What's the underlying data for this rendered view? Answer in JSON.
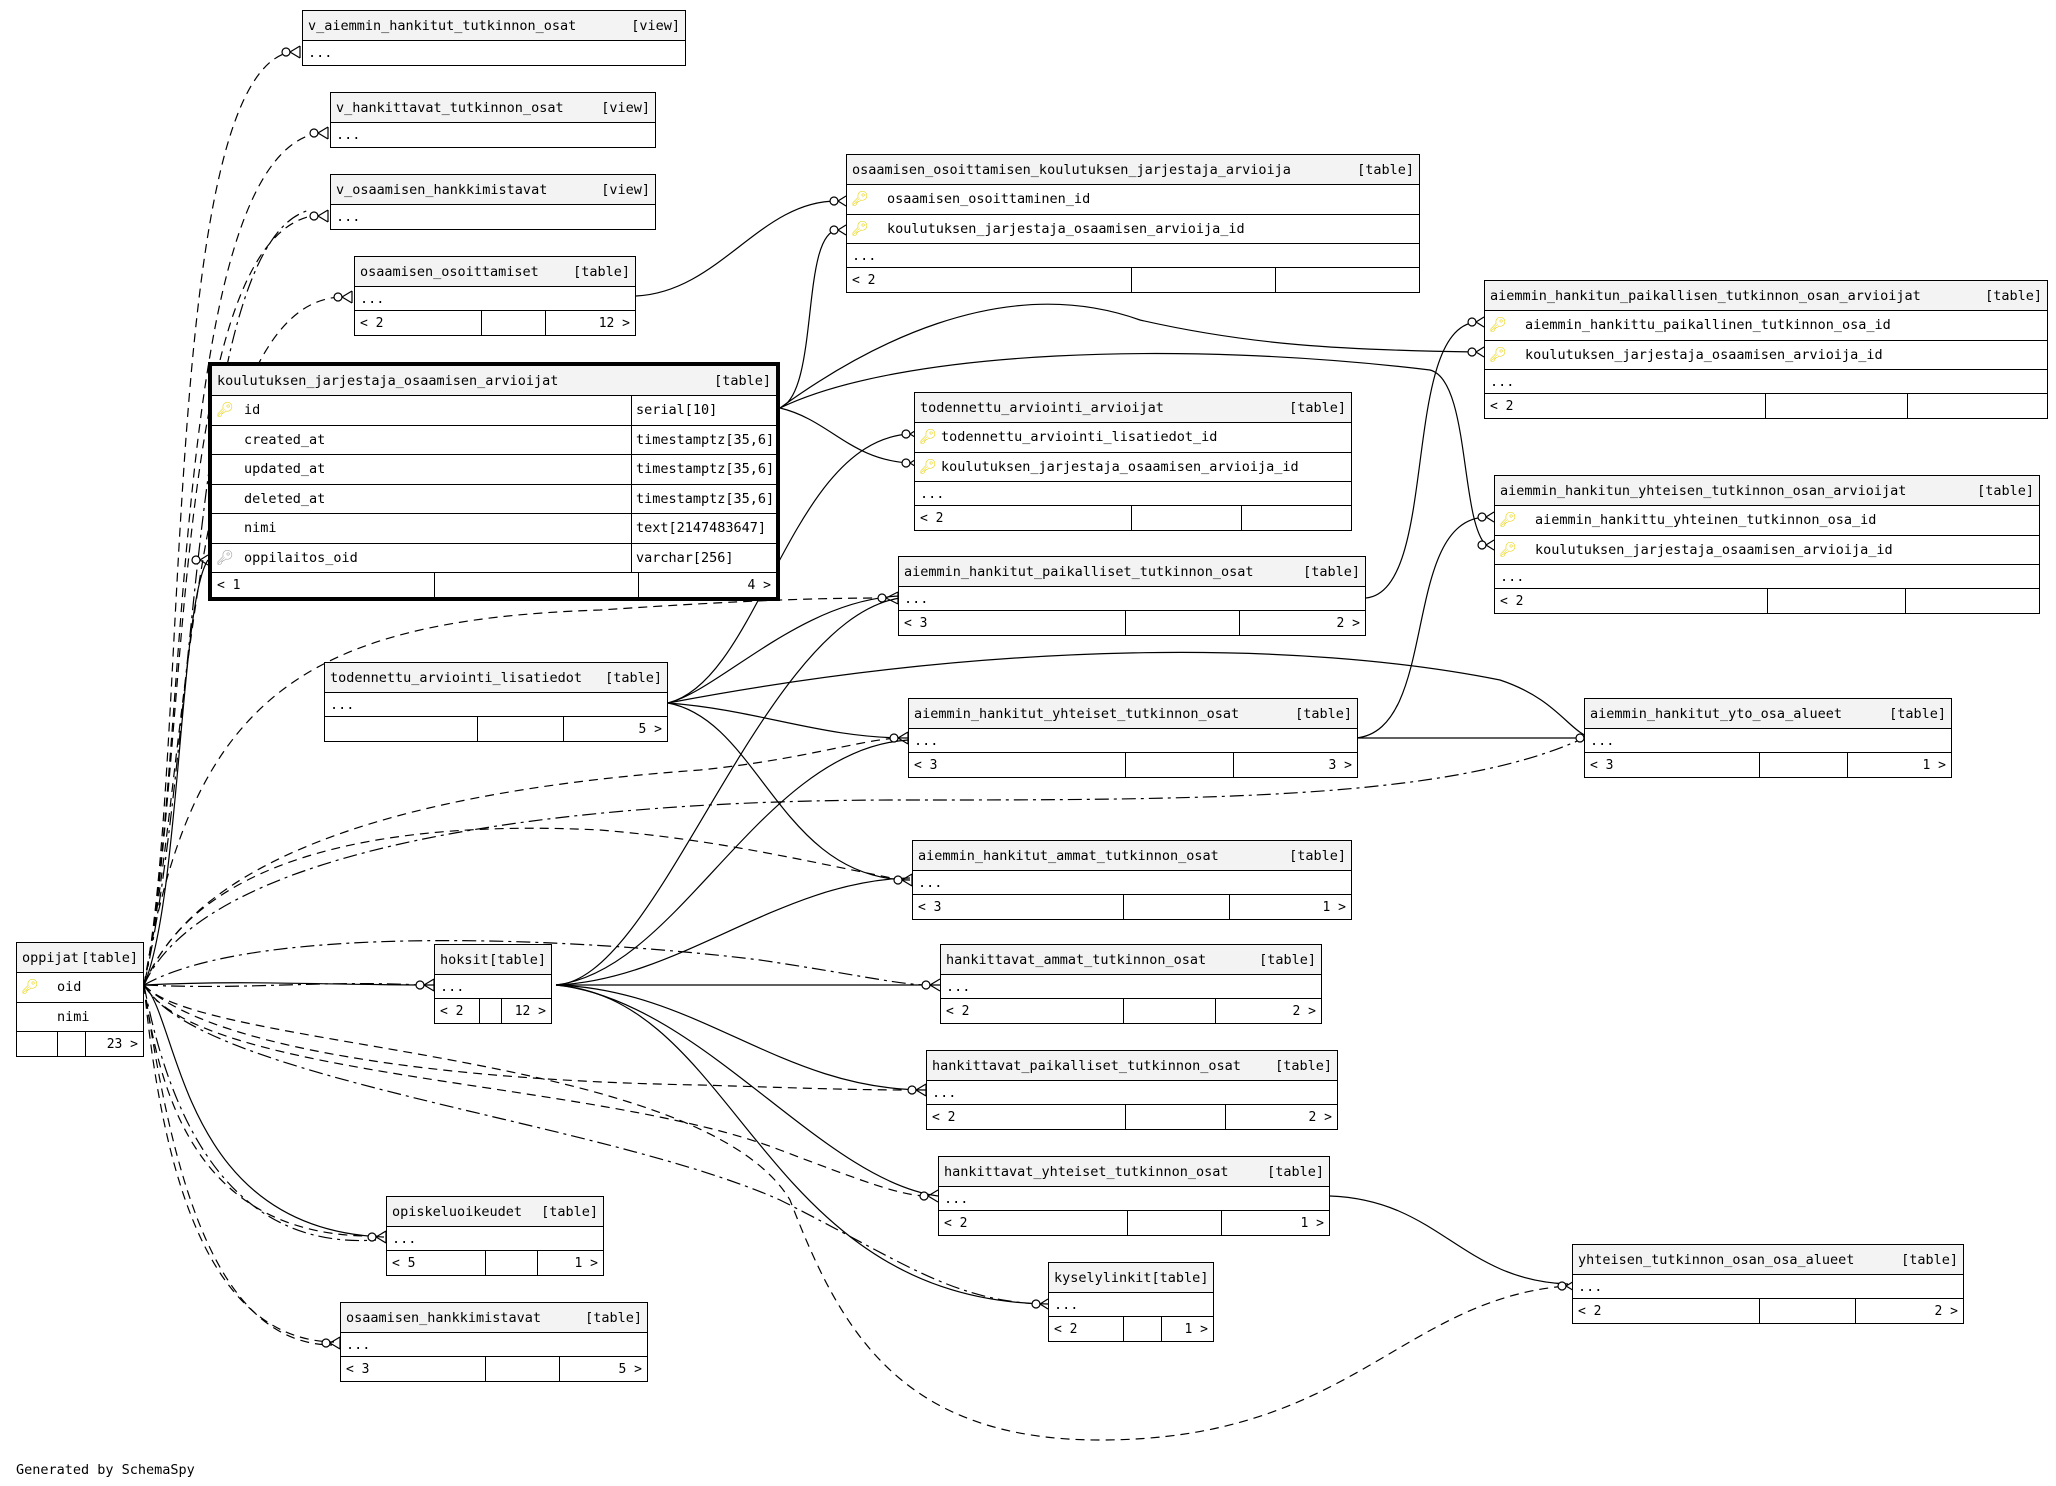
{
  "footer_text": "Generated by SchemaSpy",
  "key_icon": "key-icon",
  "colors": {
    "line": "#000000",
    "header_bg": "#f3f3f3",
    "primary_key": "#e8d000",
    "foreign_key": "#999999"
  },
  "tables": {
    "v_aiemmin": {
      "name": "v_aiemmin_hankitut_tutkinnon_osat",
      "kind": "[view]",
      "ellipsis": "..."
    },
    "v_hankittavat": {
      "name": "v_hankittavat_tutkinnon_osat",
      "kind": "[view]",
      "ellipsis": "..."
    },
    "v_osaamisen": {
      "name": "v_osaamisen_hankkimistavat",
      "kind": "[view]",
      "ellipsis": "..."
    },
    "osaamisen_osoittamiset": {
      "name": "osaamisen_osoittamiset",
      "kind": "[table]",
      "ellipsis": "...",
      "foot": [
        "< 2",
        "",
        "12 >"
      ]
    },
    "ooka": {
      "name": "osaamisen_osoittamisen_koulutuksen_jarjestaja_arvioija",
      "kind": "[table]",
      "rows": [
        {
          "col": "osaamisen_osoittaminen_id"
        },
        {
          "col": "koulutuksen_jarjestaja_osaamisen_arvioija_id"
        }
      ],
      "ellipsis": "...",
      "foot": [
        "< 2",
        "",
        ""
      ]
    },
    "kjoa": {
      "name": "koulutuksen_jarjestaja_osaamisen_arvioijat",
      "kind": "[table]",
      "rows": [
        {
          "col": "id",
          "type": "serial[10]"
        },
        {
          "col": "created_at",
          "type": "timestamptz[35,6]"
        },
        {
          "col": "updated_at",
          "type": "timestamptz[35,6]"
        },
        {
          "col": "deleted_at",
          "type": "timestamptz[35,6]"
        },
        {
          "col": "nimi",
          "type": "text[2147483647]"
        },
        {
          "col": "oppilaitos_oid",
          "type": "varchar[256]"
        }
      ],
      "foot": [
        "< 1",
        "",
        "4 >"
      ]
    },
    "ahpta": {
      "name": "aiemmin_hankitun_paikallisen_tutkinnon_osan_arvioijat",
      "kind": "[table]",
      "rows": [
        {
          "col": "aiemmin_hankittu_paikallinen_tutkinnon_osa_id"
        },
        {
          "col": "koulutuksen_jarjestaja_osaamisen_arvioija_id"
        }
      ],
      "ellipsis": "...",
      "foot": [
        "< 2",
        "",
        ""
      ]
    },
    "taa": {
      "name": "todennettu_arviointi_arvioijat",
      "kind": "[table]",
      "rows": [
        {
          "col": "todennettu_arviointi_lisatiedot_id"
        },
        {
          "col": "koulutuksen_jarjestaja_osaamisen_arvioija_id"
        }
      ],
      "ellipsis": "...",
      "foot": [
        "< 2",
        "",
        ""
      ]
    },
    "ahyta": {
      "name": "aiemmin_hankitun_yhteisen_tutkinnon_osan_arvioijat",
      "kind": "[table]",
      "rows": [
        {
          "col": "aiemmin_hankittu_yhteinen_tutkinnon_osa_id"
        },
        {
          "col": "koulutuksen_jarjestaja_osaamisen_arvioija_id"
        }
      ],
      "ellipsis": "...",
      "foot": [
        "< 2",
        "",
        ""
      ]
    },
    "ahpto": {
      "name": "aiemmin_hankitut_paikalliset_tutkinnon_osat",
      "kind": "[table]",
      "ellipsis": "...",
      "foot": [
        "< 3",
        "",
        "2 >"
      ]
    },
    "tal": {
      "name": "todennettu_arviointi_lisatiedot",
      "kind": "[table]",
      "ellipsis": "...",
      "foot": [
        "",
        "",
        "5 >"
      ]
    },
    "ahyto": {
      "name": "aiemmin_hankitut_yhteiset_tutkinnon_osat",
      "kind": "[table]",
      "ellipsis": "...",
      "foot": [
        "< 3",
        "",
        "3 >"
      ]
    },
    "ahyoa": {
      "name": "aiemmin_hankitut_yto_osa_alueet",
      "kind": "[table]",
      "ellipsis": "...",
      "foot": [
        "< 3",
        "",
        "1 >"
      ]
    },
    "ahato": {
      "name": "aiemmin_hankitut_ammat_tutkinnon_osat",
      "kind": "[table]",
      "ellipsis": "...",
      "foot": [
        "< 3",
        "",
        "1 >"
      ]
    },
    "oppijat": {
      "name": "oppijat",
      "kind": "[table]",
      "rows": [
        {
          "col": "oid"
        },
        {
          "col": "nimi"
        }
      ],
      "foot": [
        "",
        "",
        "23 >"
      ]
    },
    "hoksit": {
      "name": "hoksit",
      "kind": "[table]",
      "ellipsis": "...",
      "foot": [
        "< 2",
        "",
        "12 >"
      ]
    },
    "hato": {
      "name": "hankittavat_ammat_tutkinnon_osat",
      "kind": "[table]",
      "ellipsis": "...",
      "foot": [
        "< 2",
        "",
        "2 >"
      ]
    },
    "hpto": {
      "name": "hankittavat_paikalliset_tutkinnon_osat",
      "kind": "[table]",
      "ellipsis": "...",
      "foot": [
        "< 2",
        "",
        "2 >"
      ]
    },
    "hyto": {
      "name": "hankittavat_yhteiset_tutkinnon_osat",
      "kind": "[table]",
      "ellipsis": "...",
      "foot": [
        "< 2",
        "",
        "1 >"
      ]
    },
    "opiskeluoikeudet": {
      "name": "opiskeluoikeudet",
      "kind": "[table]",
      "ellipsis": "...",
      "foot": [
        "< 5",
        "",
        "1 >"
      ]
    },
    "kyselylinkit": {
      "name": "kyselylinkit",
      "kind": "[table]",
      "ellipsis": "...",
      "foot": [
        "< 2",
        "",
        "1 >"
      ]
    },
    "oh": {
      "name": "osaamisen_hankkimistavat",
      "kind": "[table]",
      "ellipsis": "...",
      "foot": [
        "< 3",
        "",
        "5 >"
      ]
    },
    "ytooa": {
      "name": "yhteisen_tutkinnon_osan_osa_alueet",
      "kind": "[table]",
      "ellipsis": "...",
      "foot": [
        "< 2",
        "",
        "2 >"
      ]
    }
  }
}
